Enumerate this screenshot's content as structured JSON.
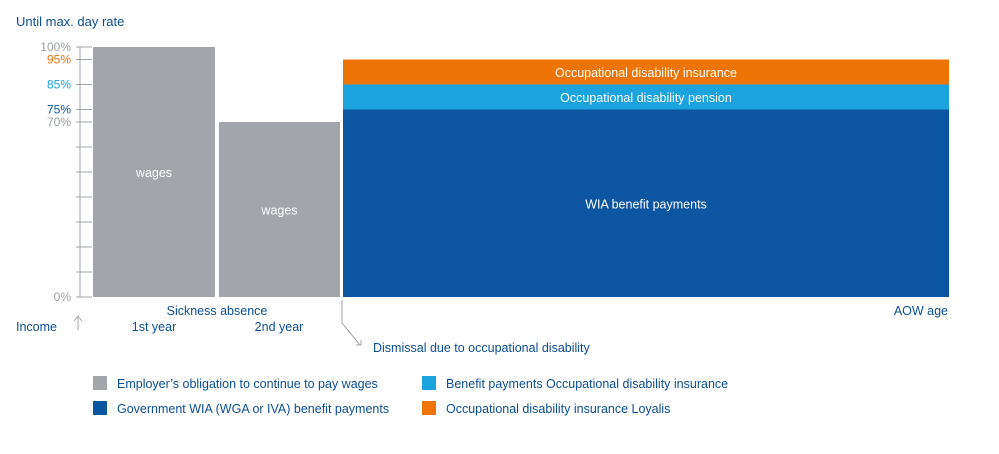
{
  "chart_data": {
    "type": "bar",
    "title": "Until max. day rate",
    "y_unit": "%",
    "ylim": [
      0,
      100
    ],
    "y_ticks": [
      {
        "value": 100,
        "label": "100%",
        "color": "#9b9fa3"
      },
      {
        "value": 95,
        "label": "95%",
        "color": "#e8730c"
      },
      {
        "value": 85,
        "label": "85%",
        "color": "#1aa3dd"
      },
      {
        "value": 75,
        "label": "75%",
        "color": "#0b5aa3"
      },
      {
        "value": 70,
        "label": "70%",
        "color": "#9b9fa3"
      },
      {
        "value": 0,
        "label": "0%",
        "color": "#9b9fa3"
      }
    ],
    "y_minor_ticks": [
      60,
      50,
      40,
      30,
      20,
      10
    ],
    "periods": [
      {
        "label": "1st year",
        "group_label": "Sickness absence"
      },
      {
        "label": "2nd year",
        "group_label": ""
      },
      {
        "label": "",
        "end_label": "AOW age"
      }
    ],
    "income_label": "Income",
    "bars": [
      {
        "period": 0,
        "label": "wages",
        "from": 0,
        "to": 100,
        "color": "#a2a6aa"
      },
      {
        "period": 1,
        "label": "wages",
        "from": 0,
        "to": 70,
        "color": "#a2a6aa"
      },
      {
        "period": 2,
        "label": "WIA benefit payments",
        "from": 0,
        "to": 75,
        "color": "#0b55a1"
      },
      {
        "period": 2,
        "label": "Occupational disability pension",
        "from": 75,
        "to": 85,
        "color": "#1aa3dd"
      },
      {
        "period": 2,
        "label": "Occupational disability insurance",
        "from": 85,
        "to": 95,
        "color": "#ed7405"
      }
    ],
    "annotation": "Dismissal due to occupational disability",
    "legend": [
      {
        "label": "Employer’s obligation to continue to pay wages",
        "color": "#a2a6aa"
      },
      {
        "label": "Benefit payments Occupational disability insurance",
        "color": "#1aa3dd"
      },
      {
        "label": "Government WIA (WGA or IVA) benefit payments",
        "color": "#0b55a1"
      },
      {
        "label": "Occupational disability insurance Loyalis",
        "color": "#ed7405"
      }
    ],
    "colors": {
      "text": "#0b4f96",
      "axis": "#a2a6aa"
    }
  }
}
